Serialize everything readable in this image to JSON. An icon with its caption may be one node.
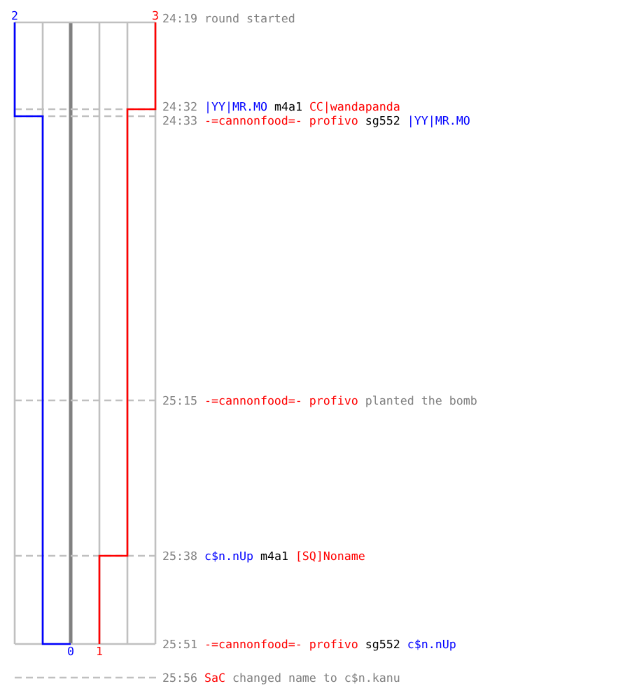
{
  "diagram": {
    "labels": [
      "2",
      "3",
      "24:19",
      "round started",
      "24:32",
      "|YY|MR.MO",
      "m4a1",
      "CC|wandapanda",
      "24:33",
      "-=cannonfood=- profivo",
      "sg552",
      "|YY|MR.MO",
      "25:15",
      "-=cannonfood=- profivo",
      "planted the bomb",
      "25:38",
      "c$n.nUp",
      "m4a1",
      "[SQ]Noname",
      "25:51",
      "-=cannonfood=- profivo",
      "sg552",
      "c$n.nUp",
      "0",
      "1",
      "25:56",
      "SaC",
      "changed name to c$n.kanu"
    ]
  }
}
